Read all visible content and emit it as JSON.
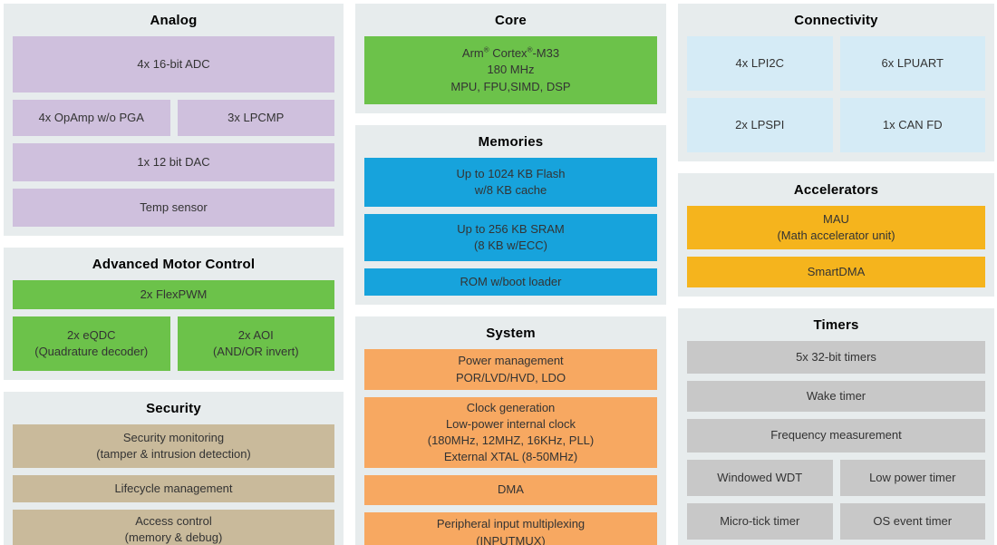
{
  "analog": {
    "title": "Analog",
    "adc": "4x 16-bit ADC",
    "opamp": "4x OpAmp w/o PGA",
    "lpcmp": "3x LPCMP",
    "dac": "1x 12 bit DAC",
    "temp_sensor": "Temp sensor"
  },
  "motor": {
    "title": "Advanced Motor Control",
    "flexpwm": "2x FlexPWM",
    "eqdc_line1": "2x eQDC",
    "eqdc_line2": "(Quadrature decoder)",
    "aoi_line1": "2x AOI",
    "aoi_line2": "(AND/OR invert)"
  },
  "security": {
    "title": "Security",
    "monitoring_line1": "Security monitoring",
    "monitoring_line2": "(tamper & intrusion detection)",
    "lifecycle": "Lifecycle management",
    "access_line1": "Access control",
    "access_line2": "(memory & debug)"
  },
  "core": {
    "title": "Core",
    "cpu_brand": "Arm",
    "cpu_reg1": "®",
    "cpu_family": " Cortex",
    "cpu_reg2": "®",
    "cpu_model": "-M33",
    "frequency": "180 MHz",
    "features": "MPU, FPU,SIMD, DSP"
  },
  "memories": {
    "title": "Memories",
    "flash_line1": "Up to 1024 KB Flash",
    "flash_line2": "w/8 KB cache",
    "sram_line1": "Up to 256 KB SRAM",
    "sram_line2": "(8 KB w/ECC)",
    "rom": "ROM w/boot loader"
  },
  "system": {
    "title": "System",
    "power_line1": "Power management",
    "power_line2": "POR/LVD/HVD, LDO",
    "clock_line1": "Clock generation",
    "clock_line2": "Low-power internal clock",
    "clock_line3": "(180MHz, 12MHZ, 16KHz, PLL)",
    "clock_line4": "External XTAL (8-50MHz)",
    "dma": "DMA",
    "inputmux_line1": "Peripheral input multiplexing",
    "inputmux_line2": "(INPUTMUX)"
  },
  "connectivity": {
    "title": "Connectivity",
    "lpi2c": "4x LPI2C",
    "lpuart": "6x LPUART",
    "lpspi": "2x LPSPI",
    "canfd": "1x CAN FD"
  },
  "accelerators": {
    "title": "Accelerators",
    "mau_line1": "MAU",
    "mau_line2": "(Math accelerator unit)",
    "smartdma": "SmartDMA"
  },
  "timers": {
    "title": "Timers",
    "timers_32bit": "5x 32-bit timers",
    "wake_timer": "Wake timer",
    "frequency_measurement": "Frequency measurement",
    "windowed_wdt": "Windowed WDT",
    "low_power_timer": "Low power timer",
    "micro_tick_timer": "Micro-tick timer",
    "os_event_timer": "OS event timer"
  },
  "colors": {
    "page_bg": "#ffffff",
    "section_bg": "#e7eced",
    "analog_block": "#cfc0dd",
    "green_block": "#6cc24a",
    "security_block": "#c9ba9b",
    "memories_block": "#17a3dc",
    "system_block": "#f7a861",
    "connectivity_block": "#d5ebf6",
    "accelerators_block": "#f5b41d",
    "timers_block": "#c8c8c8",
    "title_text": "#000000",
    "block_text": "#333333"
  }
}
